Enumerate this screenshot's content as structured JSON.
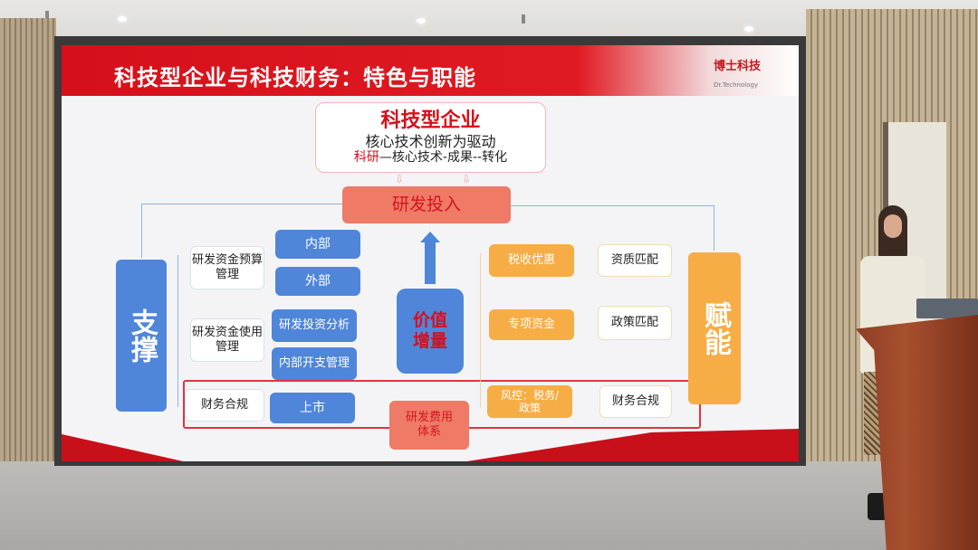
{
  "scene": {
    "description": "Presenter speaking beside a projected slide in a meeting room",
    "colors": {
      "brand_red": "#d6101a",
      "blue": "#4f86d9",
      "orange": "#f7ad45",
      "salmon": "#ef7a66"
    }
  },
  "slide": {
    "title": "科技型企业与科技财务：特色与职能",
    "logo": {
      "cn": "博士科技",
      "en": "Dr.Technology"
    },
    "top_box": {
      "heading": "科技型企业",
      "line1": "核心技术创新为驱动",
      "line2_red": "科研",
      "line2_rest": "—核心技术-成果--转化"
    },
    "rd_input": "研发投入",
    "support": "支撑",
    "empower": "赋能",
    "value_increment": "价值增量",
    "rd_cost_system": "研发费用体系",
    "left_branches": [
      {
        "label": "研发资金预算管理",
        "children": [
          "内部",
          "外部"
        ]
      },
      {
        "label": "研发资金使用管理",
        "children": [
          "研发投资分析",
          "内部开支管理"
        ]
      },
      {
        "label": "财务合规",
        "children": [
          "上市"
        ]
      }
    ],
    "right_branches": [
      {
        "label": "税收优惠",
        "match": "资质匹配"
      },
      {
        "label": "专项资金",
        "match": "政策匹配"
      },
      {
        "label": "风控：税务/政策",
        "match": "财务合规"
      }
    ]
  }
}
